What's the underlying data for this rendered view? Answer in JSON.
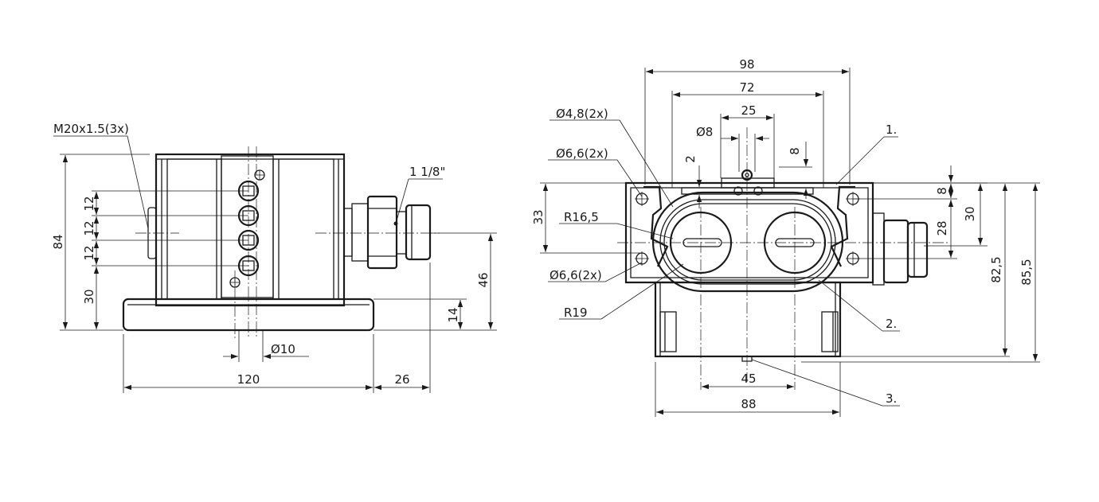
{
  "side_view": {
    "callout_thread": "M20x1.5(3x)",
    "callout_conduit": "1 1/8\"",
    "dim_height_84": "84",
    "dim_spacing_1": "12",
    "dim_spacing_2": "12",
    "dim_spacing_3": "12",
    "dim_base_30": "30",
    "dim_axis_46": "46",
    "dim_foot_14": "14",
    "dim_hole_10": "Ø10",
    "dim_length_120": "120",
    "dim_length_26": "26"
  },
  "front_view": {
    "dim_width_98": "98",
    "dim_width_72": "72",
    "dim_width_25": "25",
    "dim_hole_8": "Ø8",
    "dim_vert_8": "8",
    "dim_vert_2": "2",
    "callout_hole_48": "Ø4,8(2x)",
    "callout_hole_66_top": "Ø6,6(2x)",
    "callout_hole_66_bottom": "Ø6,6(2x)",
    "callout_r165": "R16,5",
    "callout_r19": "R19",
    "dim_height_33": "33",
    "dim_right_8": "8",
    "dim_right_28": "28",
    "dim_right_30": "30",
    "dim_height_825": "82,5",
    "dim_height_855": "85,5",
    "dim_width_45": "45",
    "dim_width_88": "88",
    "item_1": "1.",
    "item_2": "2.",
    "item_3": "3."
  }
}
